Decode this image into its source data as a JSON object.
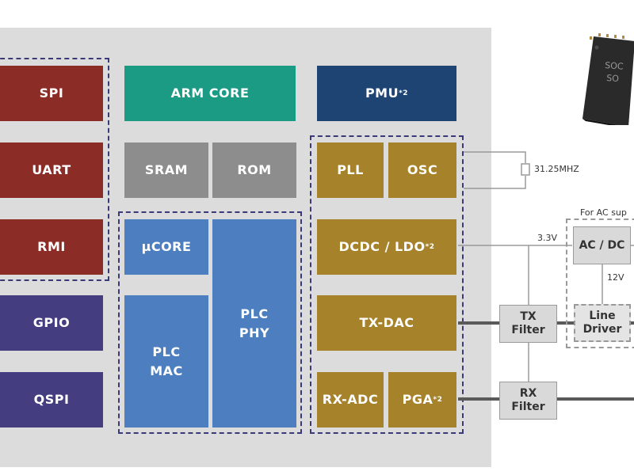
{
  "soc": {
    "interfaces": {
      "spi": "SPI",
      "uart": "UART",
      "rmi": "RMI",
      "gpio": "GPIO",
      "qspi": "QSPI"
    },
    "arm_core": "ARM CORE",
    "pmu": {
      "label": "PMU",
      "note": "*2"
    },
    "sram": "SRAM",
    "rom": "ROM",
    "ucore": "µCORE",
    "plc_mac": "PLC\nMAC",
    "plc_phy": "PLC\nPHY",
    "pll": "PLL",
    "osc": "OSC",
    "dcdc": {
      "label": "DCDC / LDO",
      "note": "*2"
    },
    "tx_dac": "TX-DAC",
    "rx_adc": "RX-ADC",
    "pga": {
      "label": "PGA",
      "note": "*2"
    }
  },
  "external": {
    "crystal_freq": "31.25MHZ",
    "ac_supply_label": "For AC sup",
    "voltage_3v3": "3.3V",
    "voltage_12v": "12V",
    "ac_dc": "AC / DC",
    "line_driver": "Line\nDriver",
    "tx_filter": "TX\nFilter",
    "rx_filter": "RX\nFilter"
  },
  "chip_photo": {
    "line1": "SOC",
    "line2": "SO"
  },
  "colors": {
    "interface_red": "#8b2c27",
    "interface_purple": "#443d80",
    "arm_core": "#1b9a84",
    "pmu": "#1d4472",
    "memory": "#8d8d8d",
    "plc": "#4d7fc0",
    "analog": "#a6822a",
    "dashed_border": "#3b3a78"
  }
}
